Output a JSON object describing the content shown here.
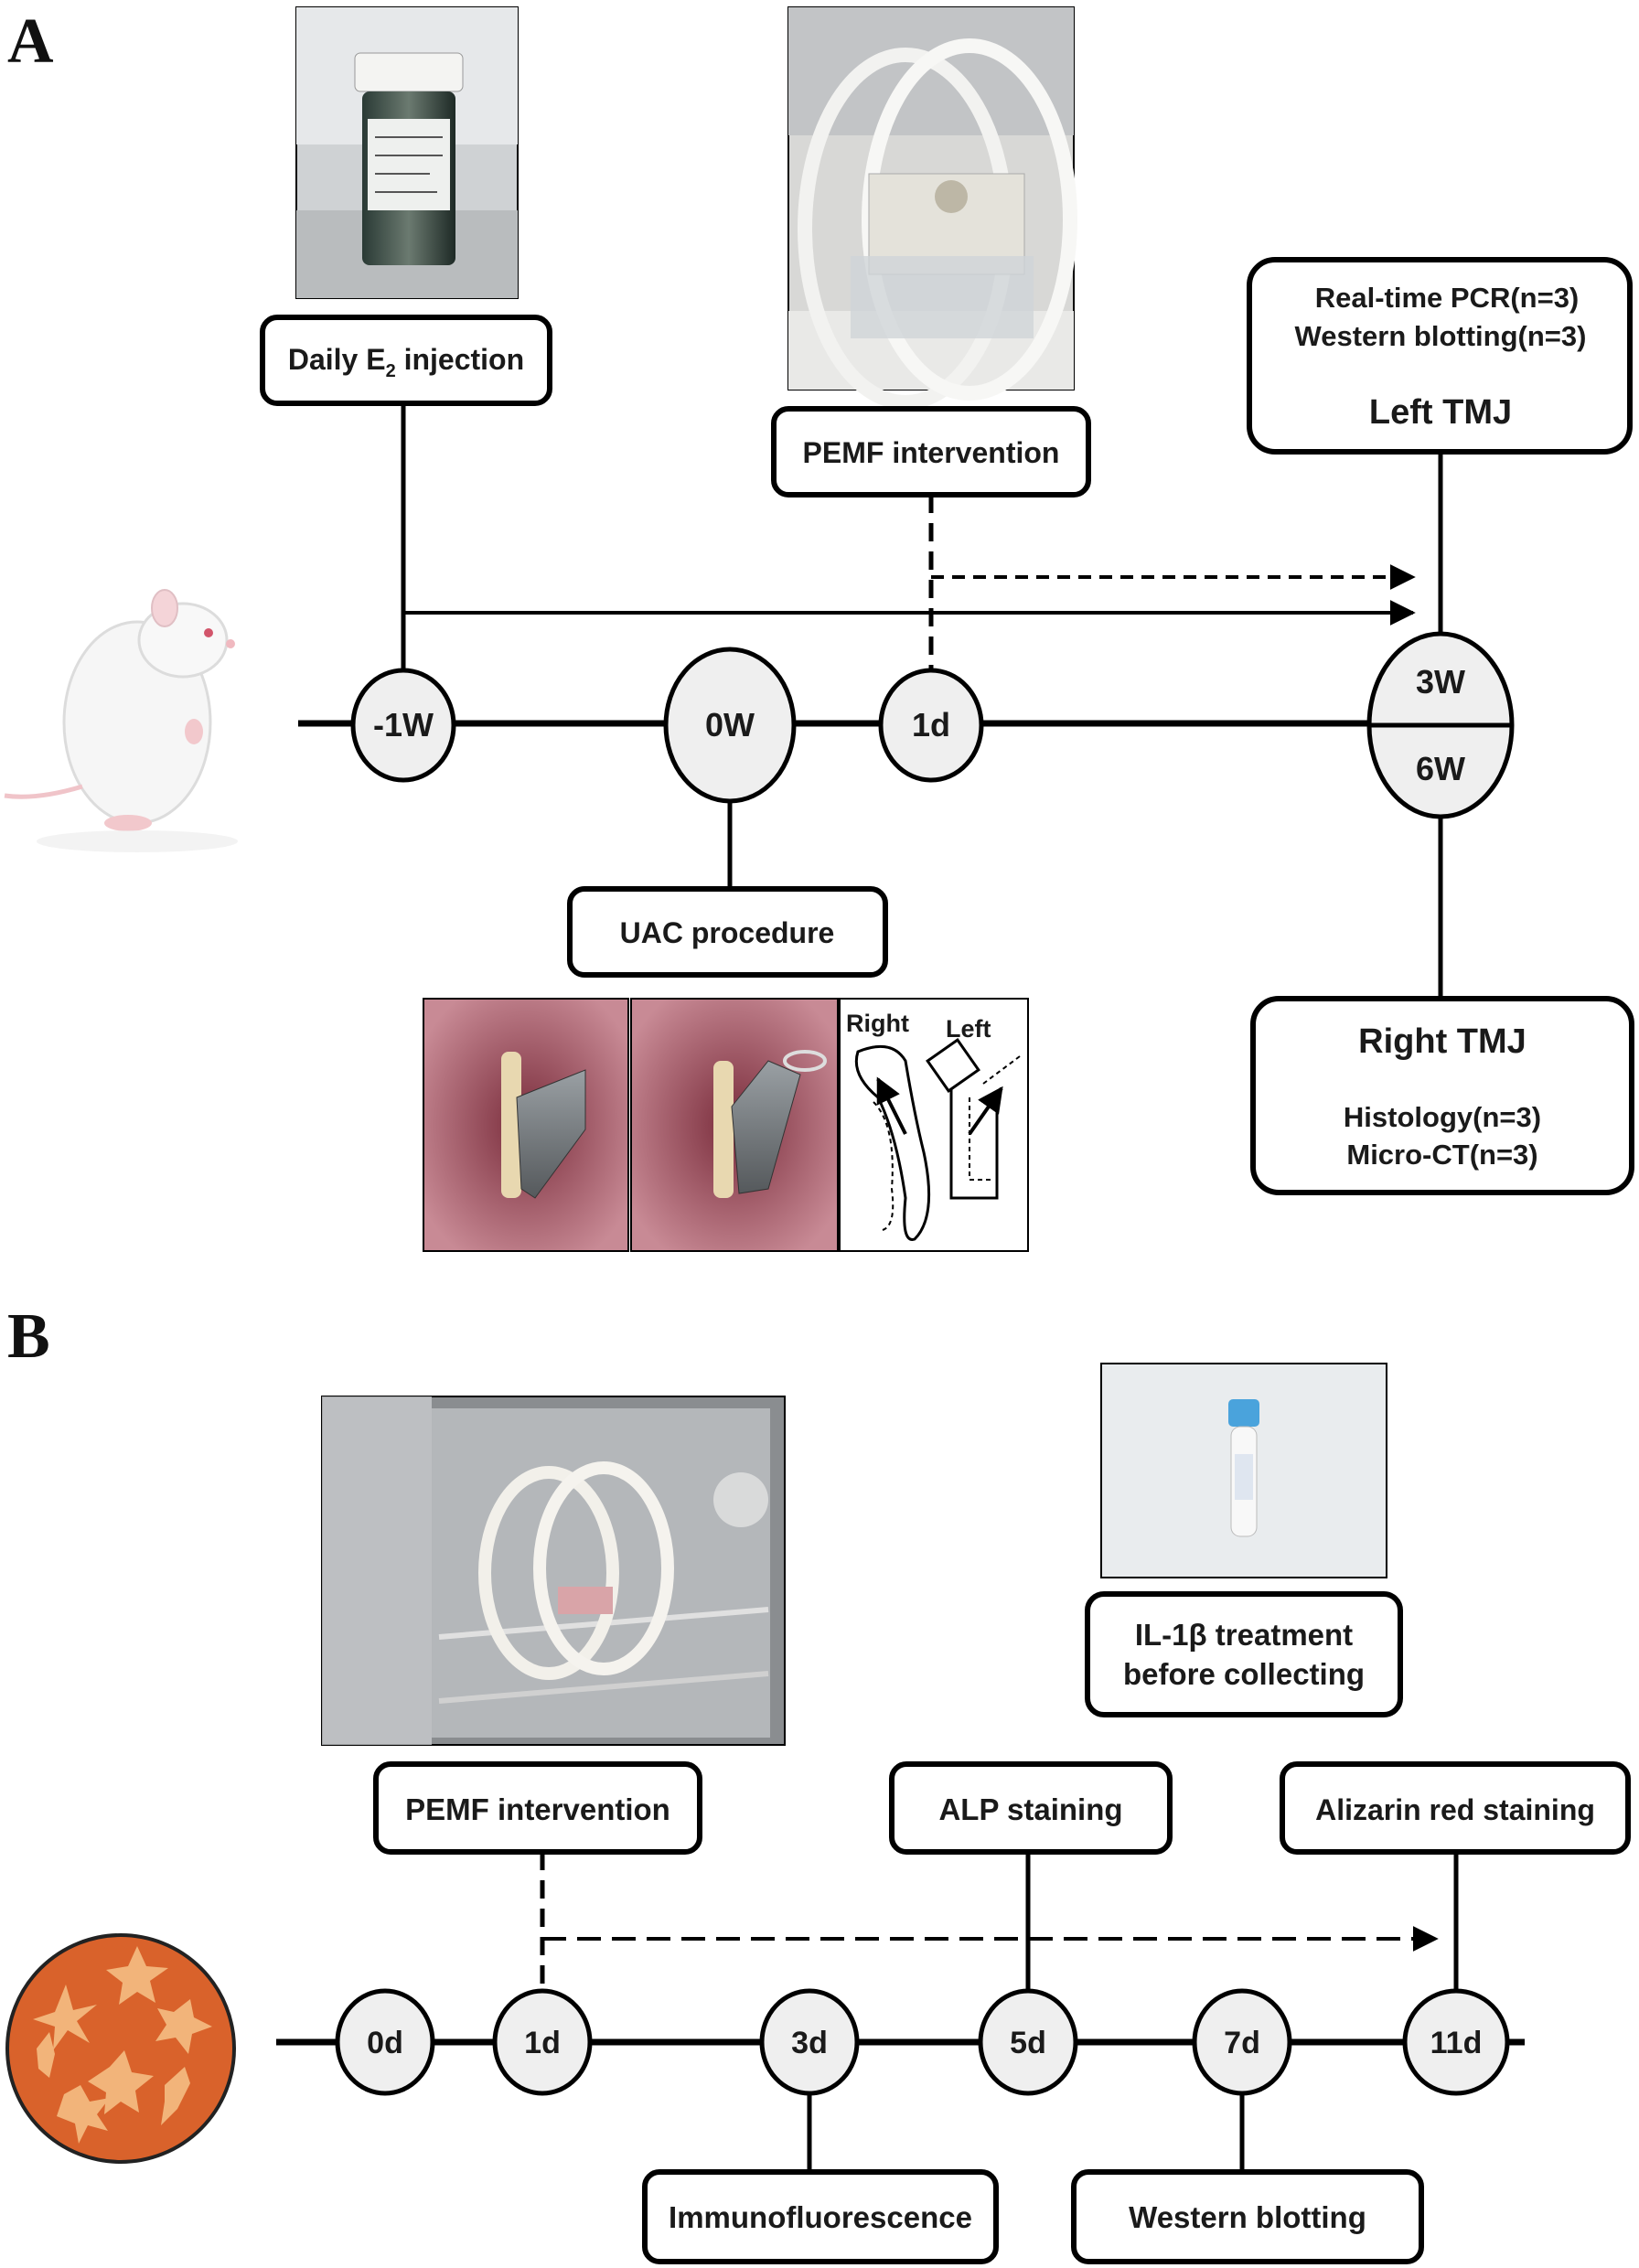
{
  "panel_a": {
    "letter": "A",
    "timeline_nodes": [
      "-1W",
      "0W",
      "1d"
    ],
    "split_node": {
      "top": "3W",
      "bottom": "6W"
    },
    "boxes": {
      "daily_prefix": "Daily E",
      "daily_sub": "2",
      "daily_suffix": " injection",
      "pemf": "PEMF intervention",
      "uac": "UAC procedure",
      "left_line1": "Real-time PCR(n=3)",
      "left_line2": "Western blotting(n=3)",
      "left_title": "Left TMJ",
      "right_title": "Right TMJ",
      "right_line1": "Histology(n=3)",
      "right_line2": "Micro-CT(n=3)"
    },
    "schematic": {
      "right": "Right",
      "left": "Left"
    }
  },
  "panel_b": {
    "letter": "B",
    "timeline_nodes": [
      "0d",
      "1d",
      "3d",
      "5d",
      "7d",
      "11d"
    ],
    "boxes": {
      "pemf": "PEMF intervention",
      "alp": "ALP staining",
      "alizarin": "Alizarin red staining",
      "il1_line1": "IL-1β treatment",
      "il1_line2": "before collecting",
      "immuno": "Immunofluorescence",
      "western": "Western blotting"
    }
  },
  "colors": {
    "line": "#000000",
    "node_fill": "#efefef",
    "dish": "#d9622b",
    "cell": "#f2b47a"
  }
}
